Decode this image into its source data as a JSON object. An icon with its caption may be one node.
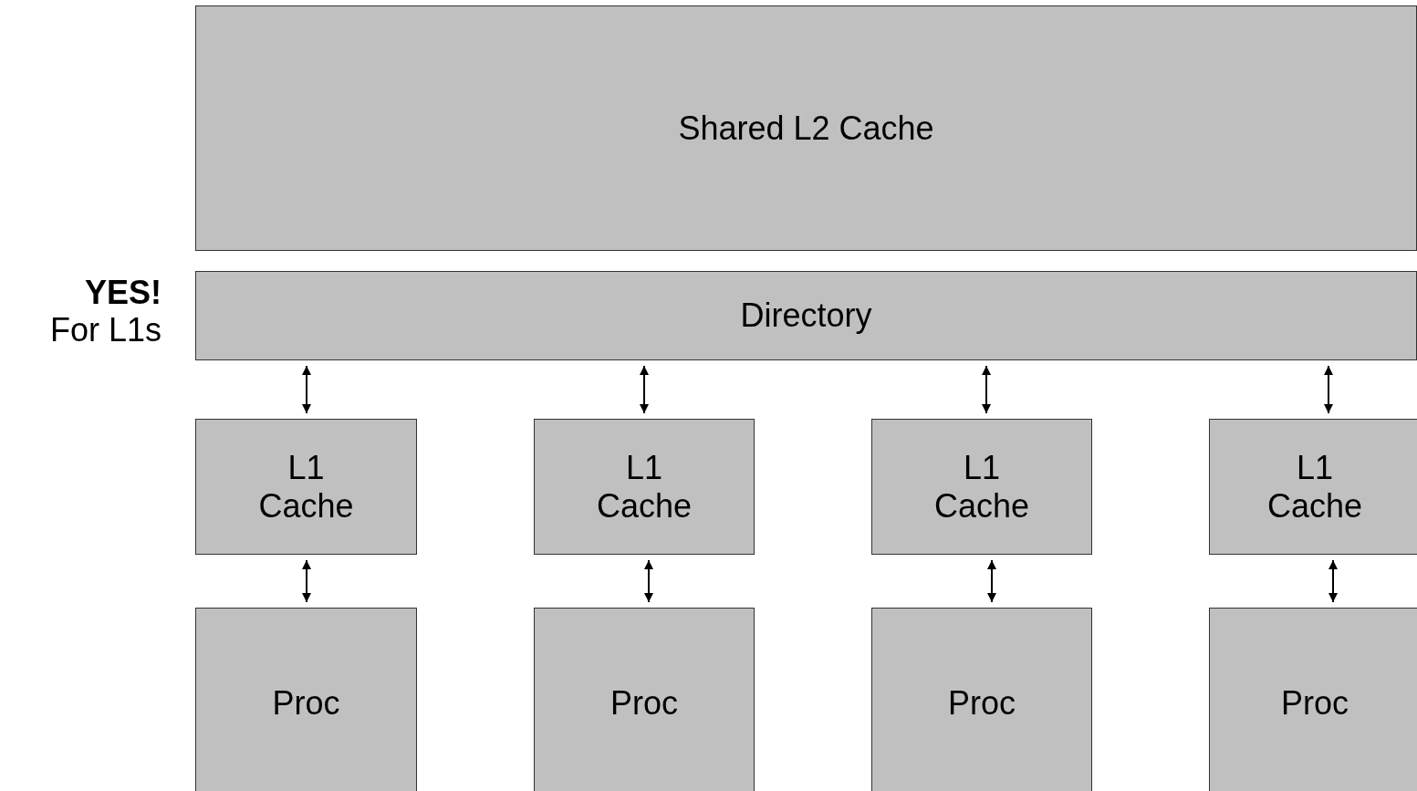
{
  "diagram": {
    "nodes": [
      {
        "text": [
          "Shared L2 Cache"
        ]
      },
      {
        "text": [
          "Directory"
        ]
      },
      {
        "text": [
          "L1 Cache"
        ]
      },
      {
        "text": [
          "L1 Cache"
        ]
      },
      {
        "text": [
          "L1 Cache"
        ]
      },
      {
        "text": [
          "L1 Cache"
        ]
      },
      {
        "text": [
          "Proc"
        ]
      },
      {
        "text": [
          "Proc"
        ]
      },
      {
        "text": [
          "Proc"
        ]
      },
      {
        "text": [
          "Proc"
        ]
      }
    ],
    "edges": [
      {
        "from": 1,
        "to": 2,
        "arrow": "both"
      },
      {
        "from": 1,
        "to": 3,
        "arrow": "both"
      },
      {
        "from": 1,
        "to": 4,
        "arrow": "both"
      },
      {
        "from": 1,
        "to": 5,
        "arrow": "both"
      },
      {
        "from": 2,
        "to": 6,
        "arrow": "both"
      },
      {
        "from": 3,
        "to": 7,
        "arrow": "both"
      },
      {
        "from": 4,
        "to": 8,
        "arrow": "both"
      },
      {
        "from": 5,
        "to": 9,
        "arrow": "both"
      }
    ],
    "labels": [
      "YES!",
      "For L1s"
    ]
  }
}
